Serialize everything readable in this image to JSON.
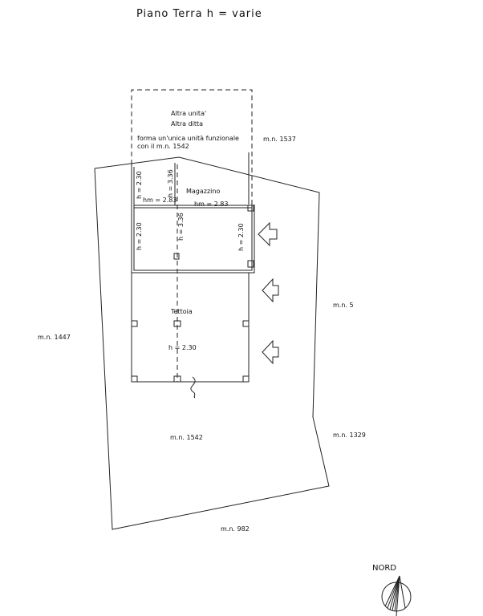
{
  "title": "Piano Terra h = varie",
  "other_unit": {
    "line1": "Altra unita'",
    "line2": "Altra ditta",
    "line3": "forma un'unica unità funzionale",
    "line4": "con il m.n. 1542"
  },
  "rooms": {
    "small_room_h1": "h = 2.30",
    "small_room_h2": "h = 3.36",
    "small_room_hm": "hm = 2.83",
    "magazzino": "Magazzino",
    "magazzino_hm": "hm = 2.83",
    "left_h": "h = 2.30",
    "center_h": "h = 3.36",
    "right_h": "h = 2.30",
    "tettoia": "Tettoia",
    "tettoia_h": "h = 2.30"
  },
  "parcels": {
    "n1537": "m.n. 1537",
    "n5": "m.n. 5",
    "n1447": "m.n. 1447",
    "n1542": "m.n. 1542",
    "n1329": "m.n. 1329",
    "n982": "m.n. 982"
  },
  "north_label": "NORD"
}
